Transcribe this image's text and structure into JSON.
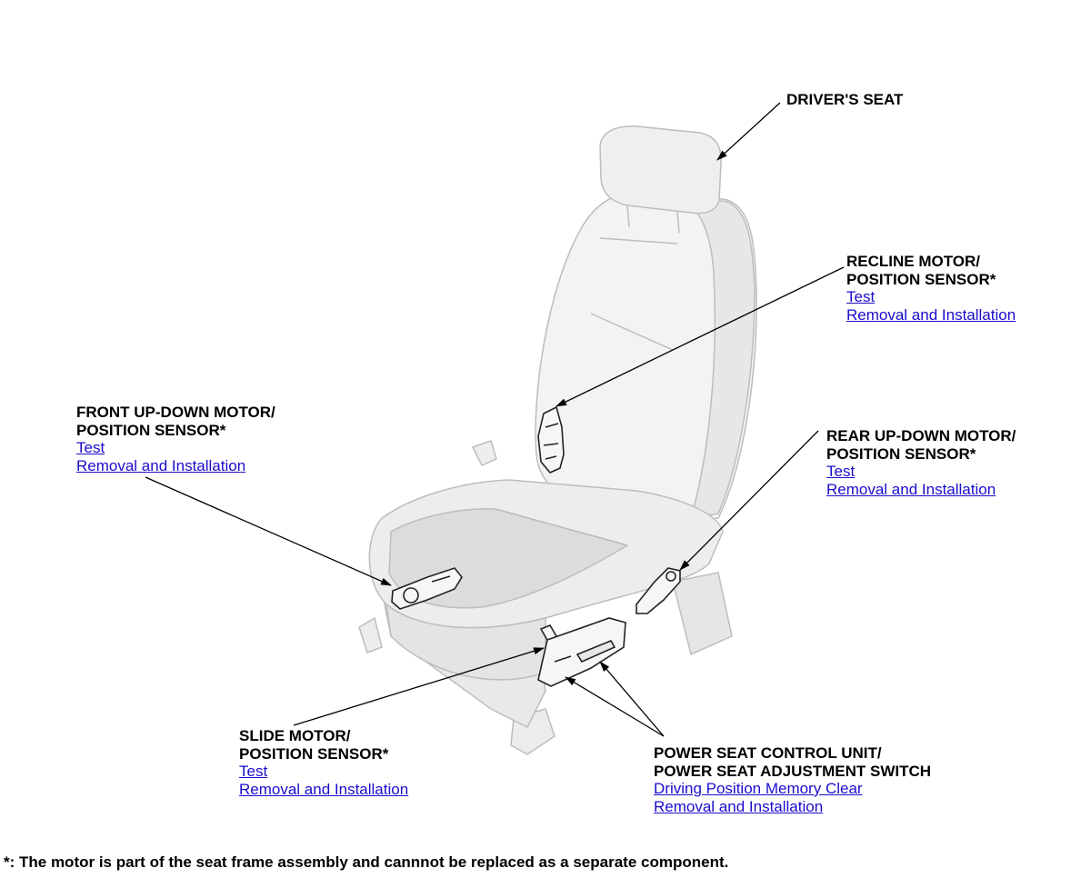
{
  "callouts": {
    "drivers_seat": {
      "title": "DRIVER'S SEAT"
    },
    "recline": {
      "title1": "RECLINE MOTOR/",
      "title2": "POSITION SENSOR*",
      "link1": "Test",
      "link2": "Removal and Installation"
    },
    "front_updown": {
      "title1": "FRONT UP-DOWN MOTOR/",
      "title2": "POSITION SENSOR*",
      "link1": "Test",
      "link2": "Removal and Installation"
    },
    "rear_updown": {
      "title1": "REAR UP-DOWN MOTOR/",
      "title2": "POSITION SENSOR*",
      "link1": "Test",
      "link2": "Removal and Installation"
    },
    "slide": {
      "title1": "SLIDE MOTOR/",
      "title2": "POSITION SENSOR*",
      "link1": "Test",
      "link2": "Removal and Installation"
    },
    "control_unit": {
      "title1": "POWER SEAT CONTROL UNIT/",
      "title2": "POWER SEAT ADJUSTMENT SWITCH",
      "link1": "Driving Position Memory Clear",
      "link2": "Removal and Installation"
    }
  },
  "footnote": "*: The motor is part of the seat frame assembly and cannnot be replaced as a separate component.",
  "colors": {
    "link": "#1a0dcc",
    "seat_fill": "#f1f1f1",
    "seat_stroke": "#bdbdbd"
  }
}
